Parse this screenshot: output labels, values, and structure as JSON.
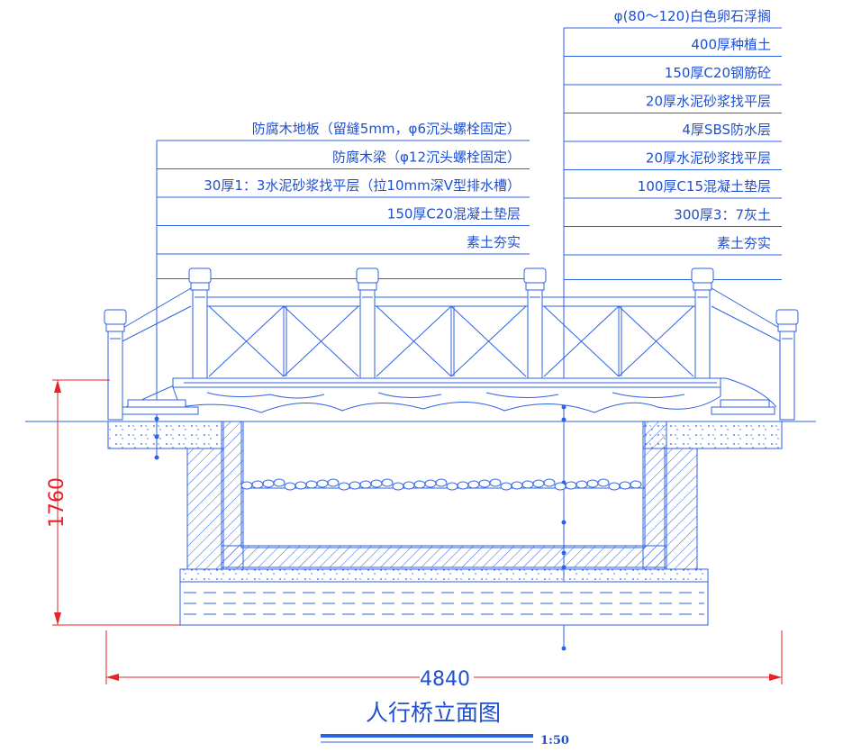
{
  "right_labels": [
    "φ(80～120)白色卵石浮搁",
    "400厚种植土",
    "150厚C20钢筋砼",
    "20厚水泥砂浆找平层",
    "4厚SBS防水层",
    "20厚水泥砂浆找平层",
    "100厚C15混凝土垫层",
    "300厚3：7灰土",
    "素土夯实"
  ],
  "left_labels": [
    "防腐木地板（留缝5mm，φ6沉头螺栓固定）",
    "防腐木梁（φ12沉头螺栓固定）",
    "30厚1：3水泥砂浆找平层（拉10mm深V型排水槽）",
    "150厚C20混凝土垫层",
    "素土夯实"
  ],
  "dimensions": {
    "height": "1760",
    "width": "4840"
  },
  "title": "人行桥立面图",
  "scale": "1:50",
  "colors": {
    "line": "#2c62e6",
    "text": "#1f4fd0",
    "dimension": "#e8222a"
  }
}
